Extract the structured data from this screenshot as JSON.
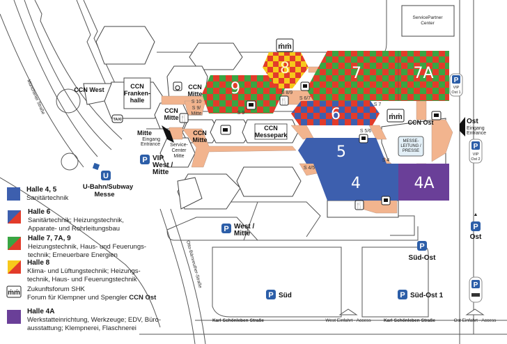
{
  "colors": {
    "blue": "#3d5fae",
    "red": "#e23b2a",
    "green": "#3aa543",
    "yellow": "#f7c81b",
    "purple": "#6a3f98",
    "walkway": "#f2b48e",
    "parking": "#2c5ea8"
  },
  "halls": [
    {
      "label": "9"
    },
    {
      "label": "8"
    },
    {
      "label": "7"
    },
    {
      "label": "7A"
    },
    {
      "label": "6"
    },
    {
      "label": "5"
    },
    {
      "label": "4"
    },
    {
      "label": "4A"
    }
  ],
  "buildings": {
    "ccn_west": "CCN West",
    "frankenhalle": [
      "CCN",
      "Franken-",
      "halle"
    ],
    "ccn_mitte_top": [
      "CCN",
      "Mitte"
    ],
    "ccn_mitte_left": [
      "CCN",
      "Mitte"
    ],
    "ccn_mitte_right": [
      "CCN",
      "Mitte"
    ],
    "messepark": [
      "CCN",
      "Messepark"
    ],
    "ccn_ost": "CCN Ost",
    "service_center": [
      "Service-",
      "Center",
      "Mitte"
    ],
    "messeleitung": [
      "MESSE-",
      "LEITUNG /",
      "PRESSE"
    ],
    "servicepartner": [
      "ServicePartner",
      "Center"
    ]
  },
  "entrances": {
    "mitte": {
      "name": "Mitte",
      "line1": "Eingang",
      "line2": "Entrance"
    },
    "ost": {
      "name": "Ost",
      "line1": "Eingang",
      "line2": "Entrance"
    }
  },
  "stairs": [
    "S 10",
    "S 9/",
    "Mitte",
    "S 9",
    "S 8/9",
    "S 6/7",
    "S 7",
    "S 5/6",
    "S 4",
    "S 4/5"
  ],
  "parking": {
    "icon": "P",
    "vip_west": [
      "VIP",
      "West /",
      "Mitte"
    ],
    "west_mitte": [
      "West /",
      "Mitte"
    ],
    "sued": "Süd",
    "sued_ost": "Süd-Ost",
    "sued_ost_1": "Süd-Ost 1",
    "ost": "Ost",
    "vip_ost1": [
      "VIP",
      "Ost 1"
    ],
    "vip_ost2": [
      "VIP",
      "Ost 2"
    ]
  },
  "transit": {
    "ubahn_icon": "U",
    "ubahn_label": [
      "U-Bahn/Subway",
      "Messe"
    ],
    "taxi": "TAXI"
  },
  "streets": {
    "muenchener": "Münchener Straße",
    "otto": "Otto-Bärnreuther-Straße",
    "karl_west": "Karl-Schönleben-Straße",
    "karl_east": "Karl-Schönleben-Straße",
    "west_access": "West  Einfahrt  -  Access",
    "ost_access": "Ost  Einfahrt  -  Access"
  },
  "legend": [
    {
      "title": "Halle 4, 5",
      "lines": [
        "Sanitärtechnik"
      ]
    },
    {
      "title": "Halle 6",
      "lines": [
        "Sanitärtechnik; Heizungstechnik,",
        "Apparate- und Rohrleitungsbau"
      ]
    },
    {
      "title": "Halle 7, 7A, 9",
      "lines": [
        "Heizungstechnik, Haus- und Feuerungs-",
        "technik; Erneuerbare Energien"
      ]
    },
    {
      "title": "Halle 8",
      "lines": [
        "Klima- und Lüftungstechnik; Heizungs-",
        "technik, Haus- und Feuerungstechnik"
      ]
    },
    {
      "title": "Zukunftsforum SHK",
      "lines": [
        "Forum für Klempner und Spengler"
      ],
      "bold_suffix": "CCN Ost"
    },
    {
      "title": "Halle 4A",
      "lines": [
        "Werkstatteinrichtung, Werkzeuge; EDV, Büro-",
        "ausstattung; Klempnerei, Flaschnerei"
      ]
    }
  ]
}
